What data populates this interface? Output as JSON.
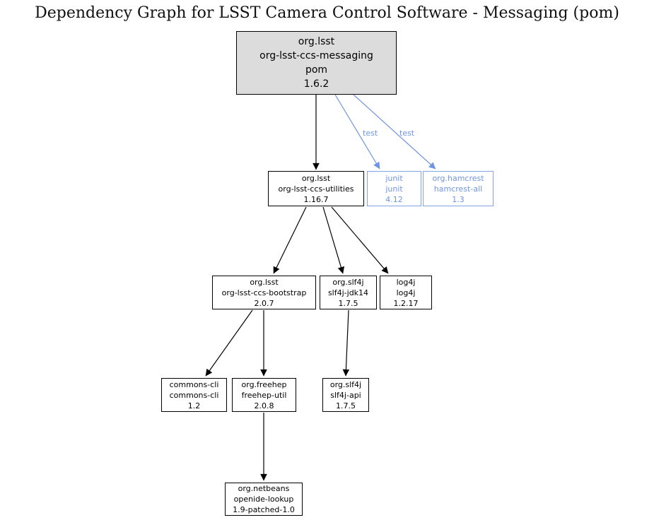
{
  "title": "Dependency Graph for LSST Camera Control Software - Messaging (pom)",
  "colors": {
    "accent_blue": "#7095e2",
    "accent_blue_border": "#82a2e8",
    "root_fill": "#dcdcdc",
    "edge_black": "#000000"
  },
  "nodes": {
    "messaging": {
      "lines": [
        "org.lsst",
        "org-lsst-ccs-messaging",
        "pom",
        "1.6.2"
      ]
    },
    "utilities": {
      "lines": [
        "org.lsst",
        "org-lsst-ccs-utilities",
        "1.16.7"
      ]
    },
    "junit": {
      "lines": [
        "junit",
        "junit",
        "4.12"
      ]
    },
    "hamcrest": {
      "lines": [
        "org.hamcrest",
        "hamcrest-all",
        "1.3"
      ]
    },
    "bootstrap": {
      "lines": [
        "org.lsst",
        "org-lsst-ccs-bootstrap",
        "2.0.7"
      ]
    },
    "slf4j_jdk14": {
      "lines": [
        "org.slf4j",
        "slf4j-jdk14",
        "1.7.5"
      ]
    },
    "log4j": {
      "lines": [
        "log4j",
        "log4j",
        "1.2.17"
      ]
    },
    "commons_cli": {
      "lines": [
        "commons-cli",
        "commons-cli",
        "1.2"
      ]
    },
    "freehep": {
      "lines": [
        "org.freehep",
        "freehep-util",
        "2.0.8"
      ]
    },
    "slf4j_api": {
      "lines": [
        "org.slf4j",
        "slf4j-api",
        "1.7.5"
      ]
    },
    "netbeans": {
      "lines": [
        "org.netbeans",
        "openide-lookup",
        "1.9-patched-1.0"
      ]
    }
  },
  "edge_labels": {
    "junit_scope": "test",
    "hamcrest_scope": "test"
  }
}
